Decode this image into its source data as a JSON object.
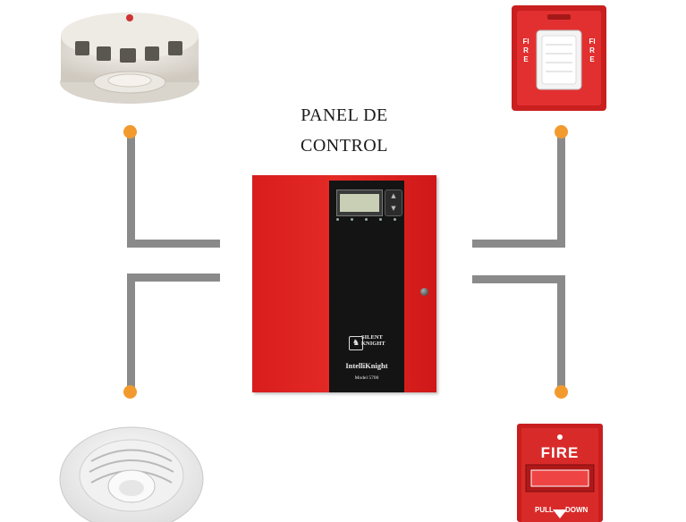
{
  "title": {
    "line1": "PANEL DE",
    "line2": "CONTROL"
  },
  "colors": {
    "wire": "#8a8a8a",
    "connector": "#f39a2e",
    "panel_red": "#e42a25",
    "panel_black": "#141414"
  },
  "panel": {
    "display_text": "",
    "brand_line1": "SILENT",
    "brand_line2": "KNIGHT",
    "product": "IntelliKnight",
    "model": "Model 5700"
  },
  "devices": {
    "strobe_label": "FIRE",
    "pull_label": "FIRE",
    "pull_instructions": [
      "PULL",
      "DOWN"
    ]
  }
}
